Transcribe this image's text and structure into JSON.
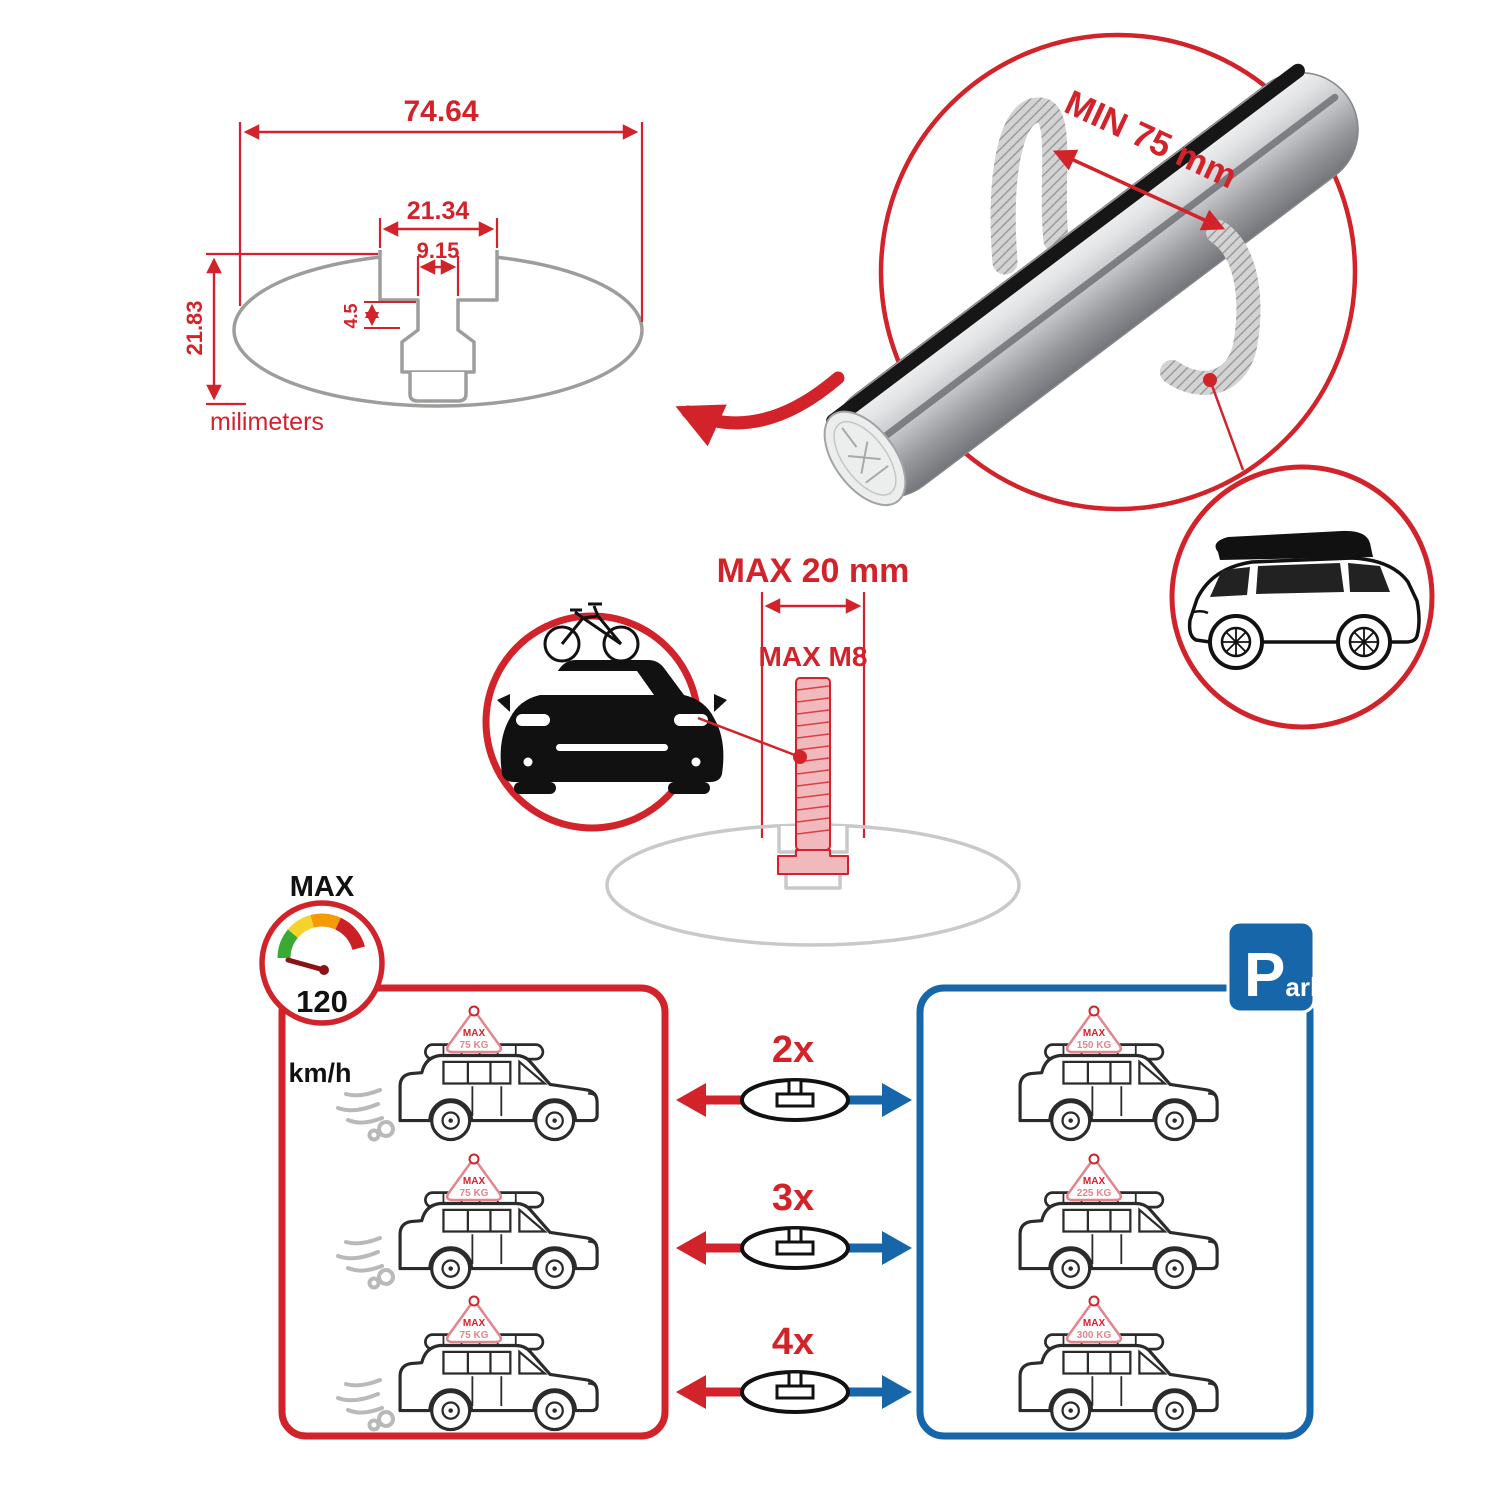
{
  "colors": {
    "red": "#d2232a",
    "pink": "#e2858c",
    "blue": "#1766a9",
    "profile_gray": "#9d9d9c",
    "faded_gray": "#c9c9c9",
    "ink": "#1a1a1a"
  },
  "cross_section": {
    "overall_width": "74.64",
    "outer_slot_width": "21.34",
    "inner_slot_width": "9.15",
    "lip_height": "4.5",
    "profile_height": "21.83",
    "units_label": "milimeters"
  },
  "bar_detail": {
    "min_clamp_span": "MIN 75 mm"
  },
  "bolt_detail": {
    "max_width": "MAX 20 mm",
    "max_thread": "MAX M8"
  },
  "speed_limit": {
    "label": "MAX",
    "value": "120",
    "units": "km/h"
  },
  "bar_counts": [
    {
      "label": "2x"
    },
    {
      "label": "3x"
    },
    {
      "label": "4x"
    }
  ],
  "driving_panel": {
    "cars": [
      {
        "badge_label": "MAX",
        "badge_value": "75 KG"
      },
      {
        "badge_label": "MAX",
        "badge_value": "75 KG"
      },
      {
        "badge_label": "MAX",
        "badge_value": "75 KG"
      }
    ]
  },
  "parking_panel": {
    "sign_big": "P",
    "sign_small": "ark",
    "cars": [
      {
        "badge_label": "MAX",
        "badge_value": "150 KG"
      },
      {
        "badge_label": "MAX",
        "badge_value": "225 KG"
      },
      {
        "badge_label": "MAX",
        "badge_value": "300 KG"
      }
    ]
  }
}
